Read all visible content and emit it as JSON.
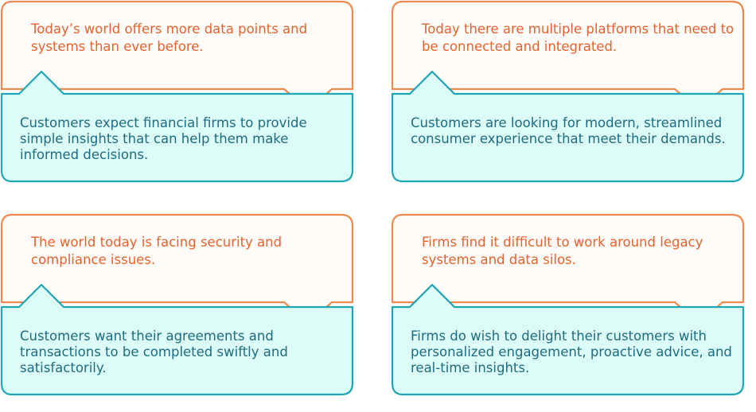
{
  "colors": {
    "challenge_border": "#f0894f",
    "challenge_fill": "#fffcfa",
    "challenge_text": "#e5622d",
    "response_border": "#1ea6b7",
    "response_fill": "#dbfcf7",
    "response_text": "#1f6b80"
  },
  "cards": [
    {
      "challenge": "Today’s world offers more data points and systems than ever before.",
      "response": "Customers expect financial firms to provide simple insights that can help them make informed decisions."
    },
    {
      "challenge": "Today there are multiple platforms that need to be connected and integrated.",
      "response": "Customers are looking for modern, streamlined consumer experience that meet their demands."
    },
    {
      "challenge": "The world today is facing security and compliance issues.",
      "response": "Customers want their agreements and transactions to be completed swiftly and satisfactorily."
    },
    {
      "challenge": "Firms find it difficult to work around legacy systems and data silos.",
      "response": "Firms do wish to delight their customers with personalized engagement, proactive advice, and real-time insights."
    }
  ]
}
